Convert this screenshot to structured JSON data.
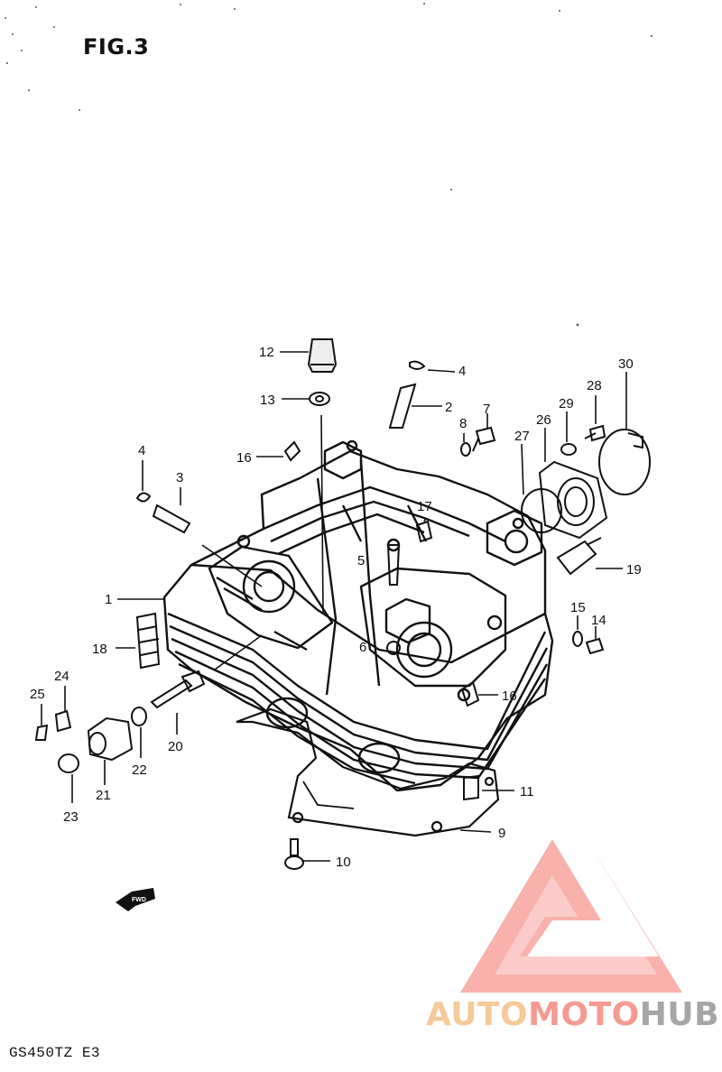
{
  "figure": {
    "title": "FIG.3",
    "model_code": "GS450TZ  E3"
  },
  "callouts": [
    "1",
    "2",
    "3",
    "4",
    "4",
    "5",
    "6",
    "7",
    "8",
    "9",
    "10",
    "11",
    "12",
    "13",
    "14",
    "15",
    "16",
    "16",
    "17",
    "18",
    "19",
    "20",
    "21",
    "22",
    "23",
    "24",
    "25",
    "26",
    "27",
    "28",
    "29",
    "30"
  ],
  "fwd_arrow": {
    "label": "FWD"
  },
  "watermark": {
    "part1": "AUTO",
    "part2": "MOTO",
    "part3": "HUB",
    "logo_icon": "triangle-m-logo-icon"
  },
  "colors": {
    "ink": "#111111",
    "watermark_orange": "#f6c99a",
    "watermark_red": "#f59a90",
    "watermark_gray": "#a6a6a6"
  }
}
